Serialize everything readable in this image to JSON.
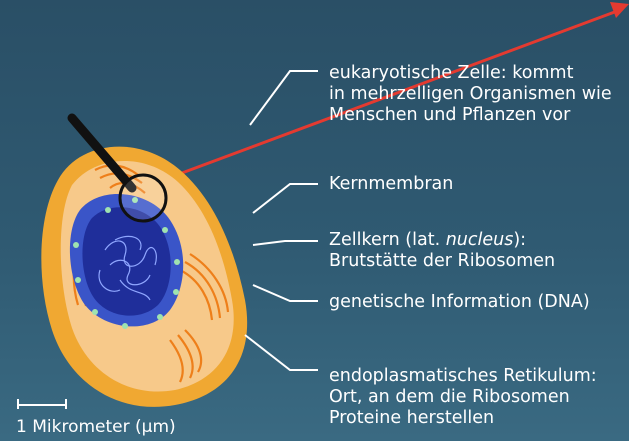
{
  "labels": {
    "cell": [
      "eukaryotische Zelle: kommt",
      "in mehrzelligen Organismen wie",
      "Menschen und Pflanzen vor"
    ],
    "membrane": "Kernmembran",
    "nucleus_prefix": "Zellkern (lat. ",
    "nucleus_italic": "nucleus",
    "nucleus_suffix": "):",
    "nucleus_line2": "Brutstätte der Ribosomen",
    "dna": "genetische Information (DNA)",
    "er": [
      "endoplasmatisches Retikulum:",
      "Ort, an dem die Ribosomen",
      "Proteine herstellen"
    ]
  },
  "scale": {
    "label": "1 Mikrometer (µm)"
  },
  "colors": {
    "cell_outer": "#f0a832",
    "cell_inner": "#f7c98a",
    "nucleus_outer": "#3a55c8",
    "nucleus_inner": "#1f2e9a",
    "er": "#ee7f1a",
    "membrane_pores": "#9fe3b0",
    "dna": "#8fa6ff",
    "pointer": "#e43a30",
    "leader": "#ffffff"
  }
}
